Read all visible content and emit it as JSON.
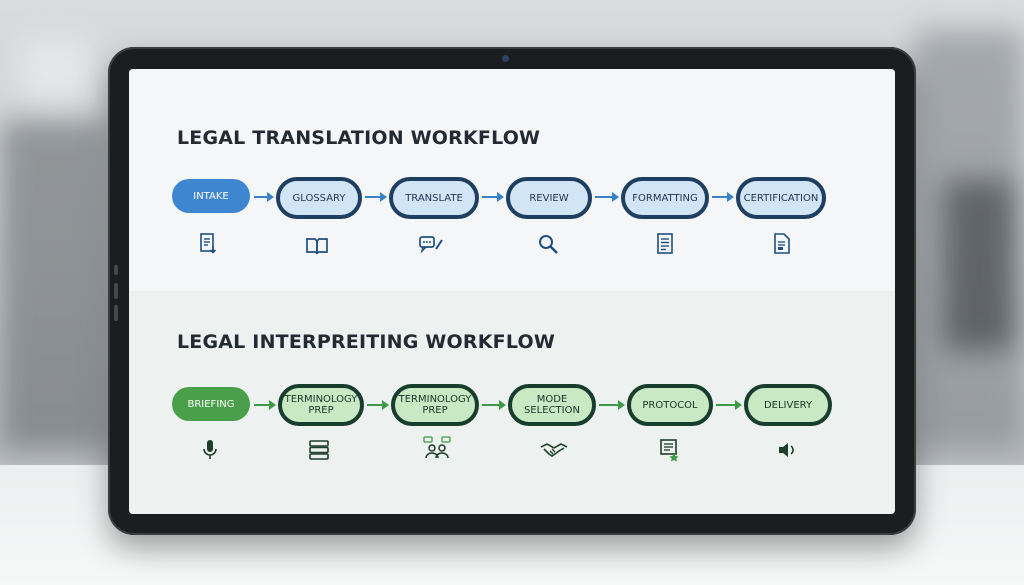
{
  "colors": {
    "translation_accent": "#3e86d0",
    "translation_border": "#1f3f60",
    "interpreting_accent": "#4aa04a",
    "interpreting_border": "#183d2c"
  },
  "translation": {
    "title": "LEGAL TRANSLATION WORKFLOW",
    "steps": [
      {
        "label": "INTAKE",
        "icon": "document-download-icon"
      },
      {
        "label": "GLOSSARY",
        "icon": "open-book-icon"
      },
      {
        "label": "TRANSLATE",
        "icon": "chat-pen-icon"
      },
      {
        "label": "REVIEW",
        "icon": "magnifier-icon"
      },
      {
        "label": "FORMATTING",
        "icon": "formatted-document-icon"
      },
      {
        "label": "CERTIFICATION",
        "icon": "certified-document-icon"
      }
    ]
  },
  "interpreting": {
    "title": "LEGAL INTERPREITING WORKFLOW",
    "steps": [
      {
        "label": "BRIEFING",
        "icon": "microphone-icon"
      },
      {
        "label": "TERMINOLOGY PREP",
        "icon": "stacked-books-icon"
      },
      {
        "label": "TERMINOLOGY PREP",
        "icon": "discussion-people-icon"
      },
      {
        "label": "MODE SELECTION",
        "icon": "handshake-icon"
      },
      {
        "label": "PROTOCOL",
        "icon": "protocol-document-icon"
      },
      {
        "label": "DELIVERY",
        "icon": "speaker-icon"
      }
    ]
  }
}
